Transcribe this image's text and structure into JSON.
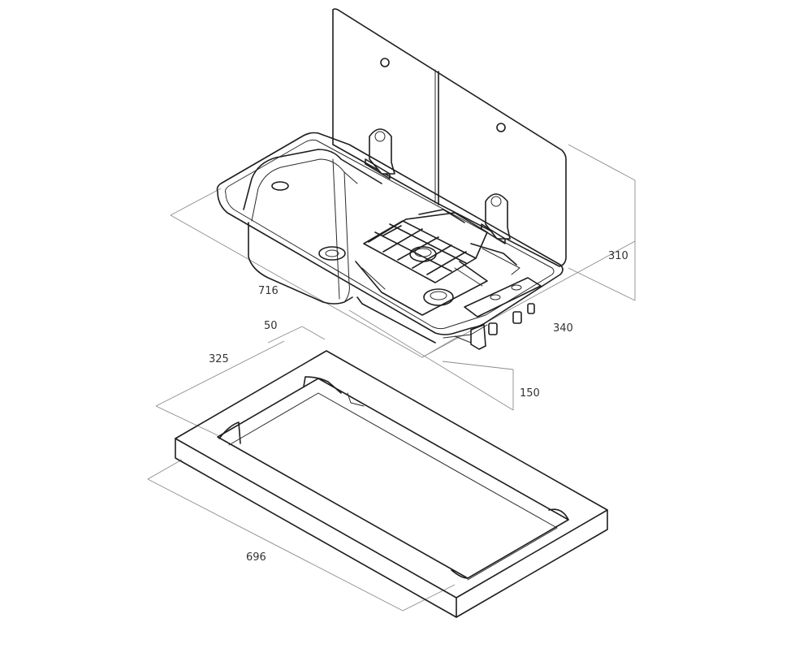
{
  "dimensions": {
    "sink_length": "716",
    "sink_depth": "340",
    "lid_height": "310",
    "under_depth": "150",
    "cutout_offset": "50",
    "cutout_width": "325",
    "cutout_length": "696"
  },
  "colors": {
    "line": "#1e1e1e",
    "dimension_line": "#8c8c8c",
    "background": "#ffffff"
  }
}
